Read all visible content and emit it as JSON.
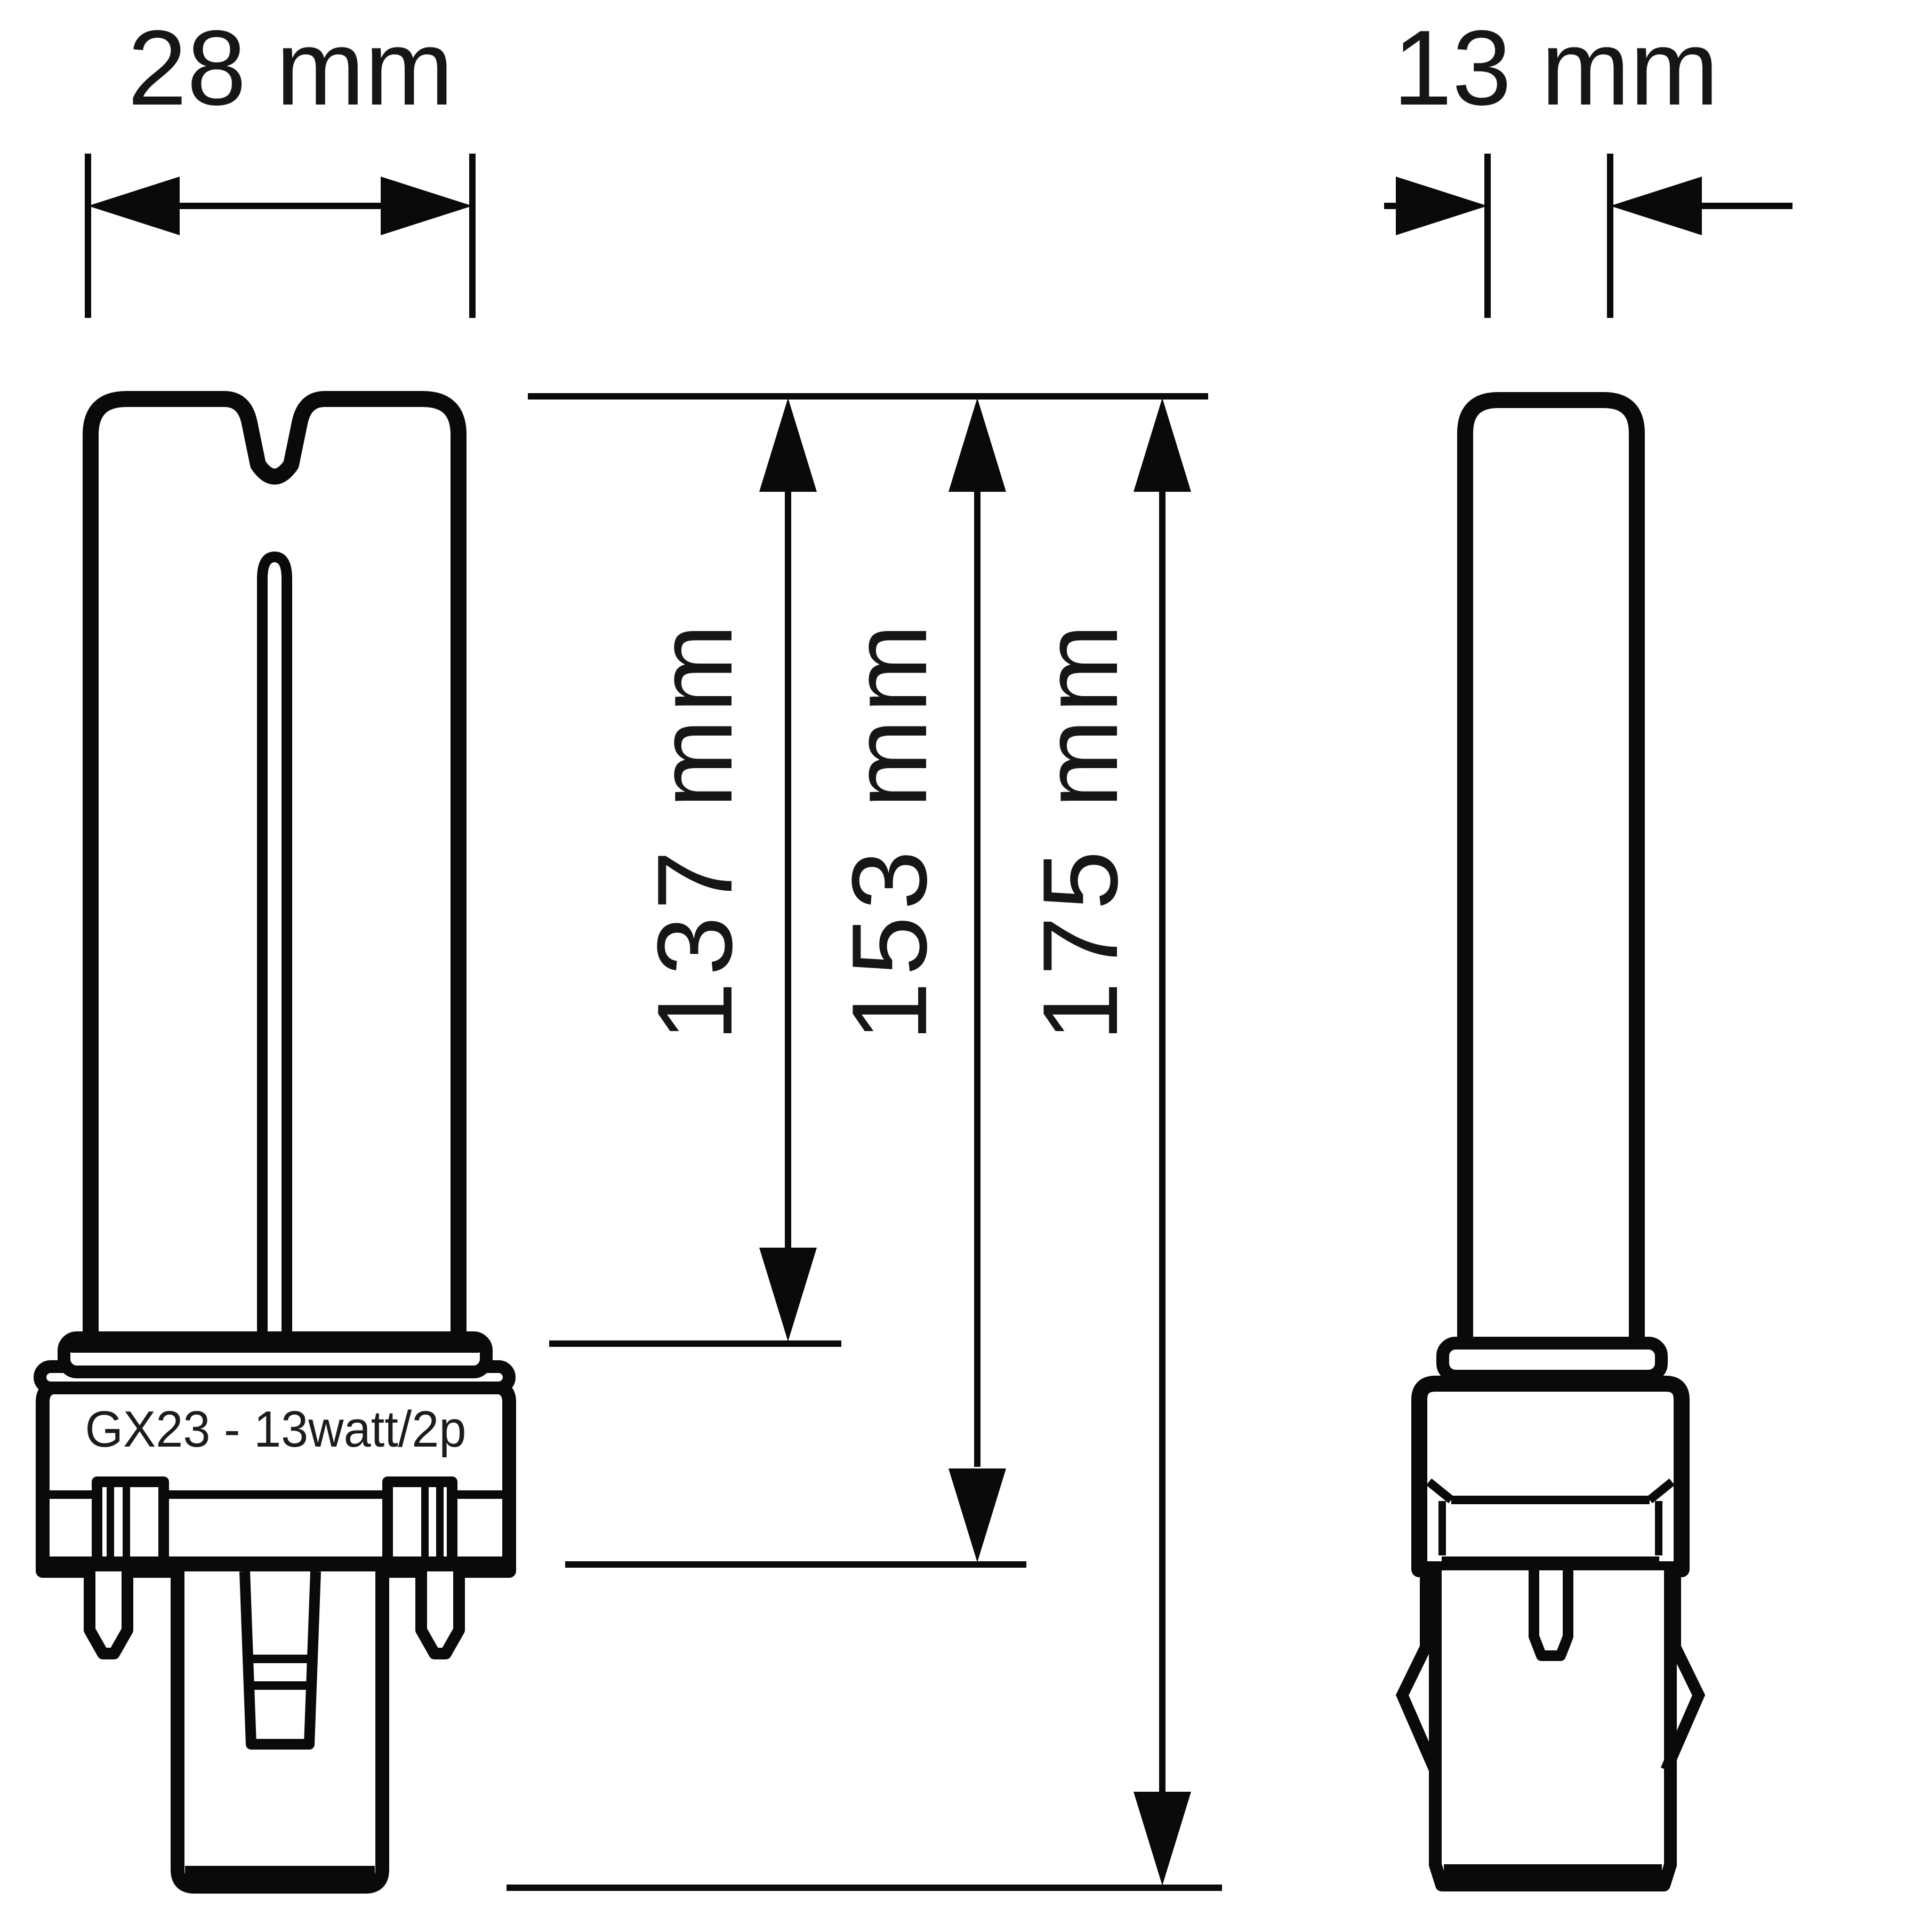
{
  "colors": {
    "line": "#0a0a0a",
    "text": "#161616",
    "background": "#ffffff"
  },
  "base": {
    "label": "GX23 - 13watt/2p"
  },
  "dimensions": {
    "width_front": {
      "label": "28 mm",
      "value_mm": 28,
      "orientation": "horizontal"
    },
    "width_side": {
      "label": "13 mm",
      "value_mm": 13,
      "orientation": "horizontal"
    },
    "tube_length": {
      "label": "137 mm",
      "value_mm": 137,
      "orientation": "vertical"
    },
    "length_to_pin_base": {
      "label": "153 mm",
      "value_mm": 153,
      "orientation": "vertical"
    },
    "overall_length": {
      "label": "175 mm",
      "value_mm": 175,
      "orientation": "vertical"
    }
  }
}
